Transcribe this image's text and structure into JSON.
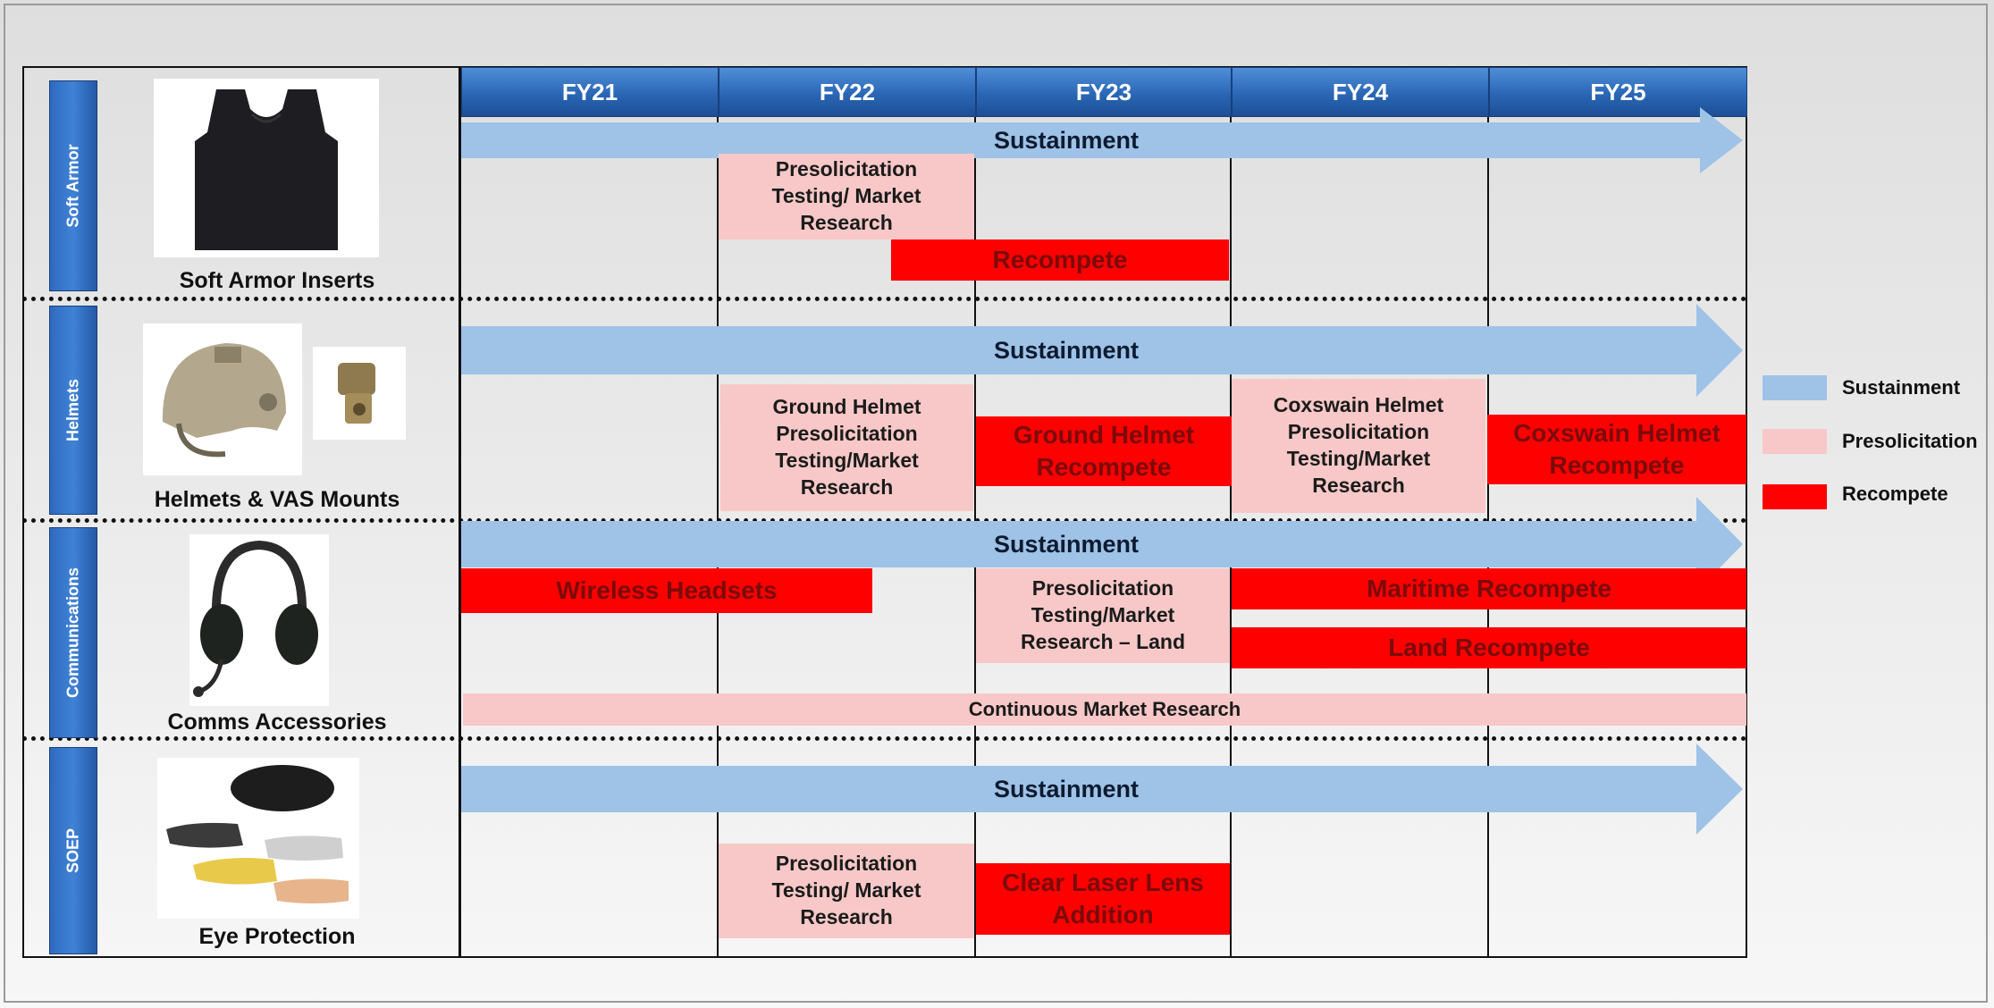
{
  "years": [
    "FY21",
    "FY22",
    "FY23",
    "FY24",
    "FY25"
  ],
  "colors": {
    "sustainment": "#9fc2e7",
    "presolicitation": "#f8c8c8",
    "recompete": "#fe0000",
    "header_blue": "#2a66b5"
  },
  "categories": {
    "soft_armor": "Soft Armor",
    "helmets": "Helmets",
    "communications": "Communications",
    "soep": "SOEP"
  },
  "items": {
    "soft_armor": "Soft Armor Inserts",
    "helmets": "Helmets & VAS Mounts",
    "communications": "Comms Accessories",
    "soep": "Eye Protection"
  },
  "bars": {
    "sustainment": "Sustainment",
    "soft_armor_pre": "Presolicitation\nTesting/ Market\nResearch",
    "soft_armor_rec": "Recompete",
    "helmet_ground_pre": "Ground Helmet\nPresolicitation\nTesting/Market\nResearch",
    "helmet_ground_rec": "Ground Helmet\nRecompete",
    "helmet_cox_pre": "Coxswain Helmet\nPresolicitation\nTesting/Market\nResearch",
    "helmet_cox_rec": "Coxswain  Helmet\nRecompete",
    "comms_wireless": "Wireless Headsets",
    "comms_pre_land": "Presolicitation\nTesting/Market\nResearch – Land",
    "comms_maritime": "Maritime Recompete",
    "comms_land": "Land Recompete",
    "comms_continuous": "Continuous Market Research",
    "soep_pre": "Presolicitation\nTesting/ Market\nResearch",
    "soep_laser": "Clear Laser Lens\nAddition"
  },
  "legend": [
    "Sustainment",
    "Presolicitation",
    "Recompete"
  ]
}
